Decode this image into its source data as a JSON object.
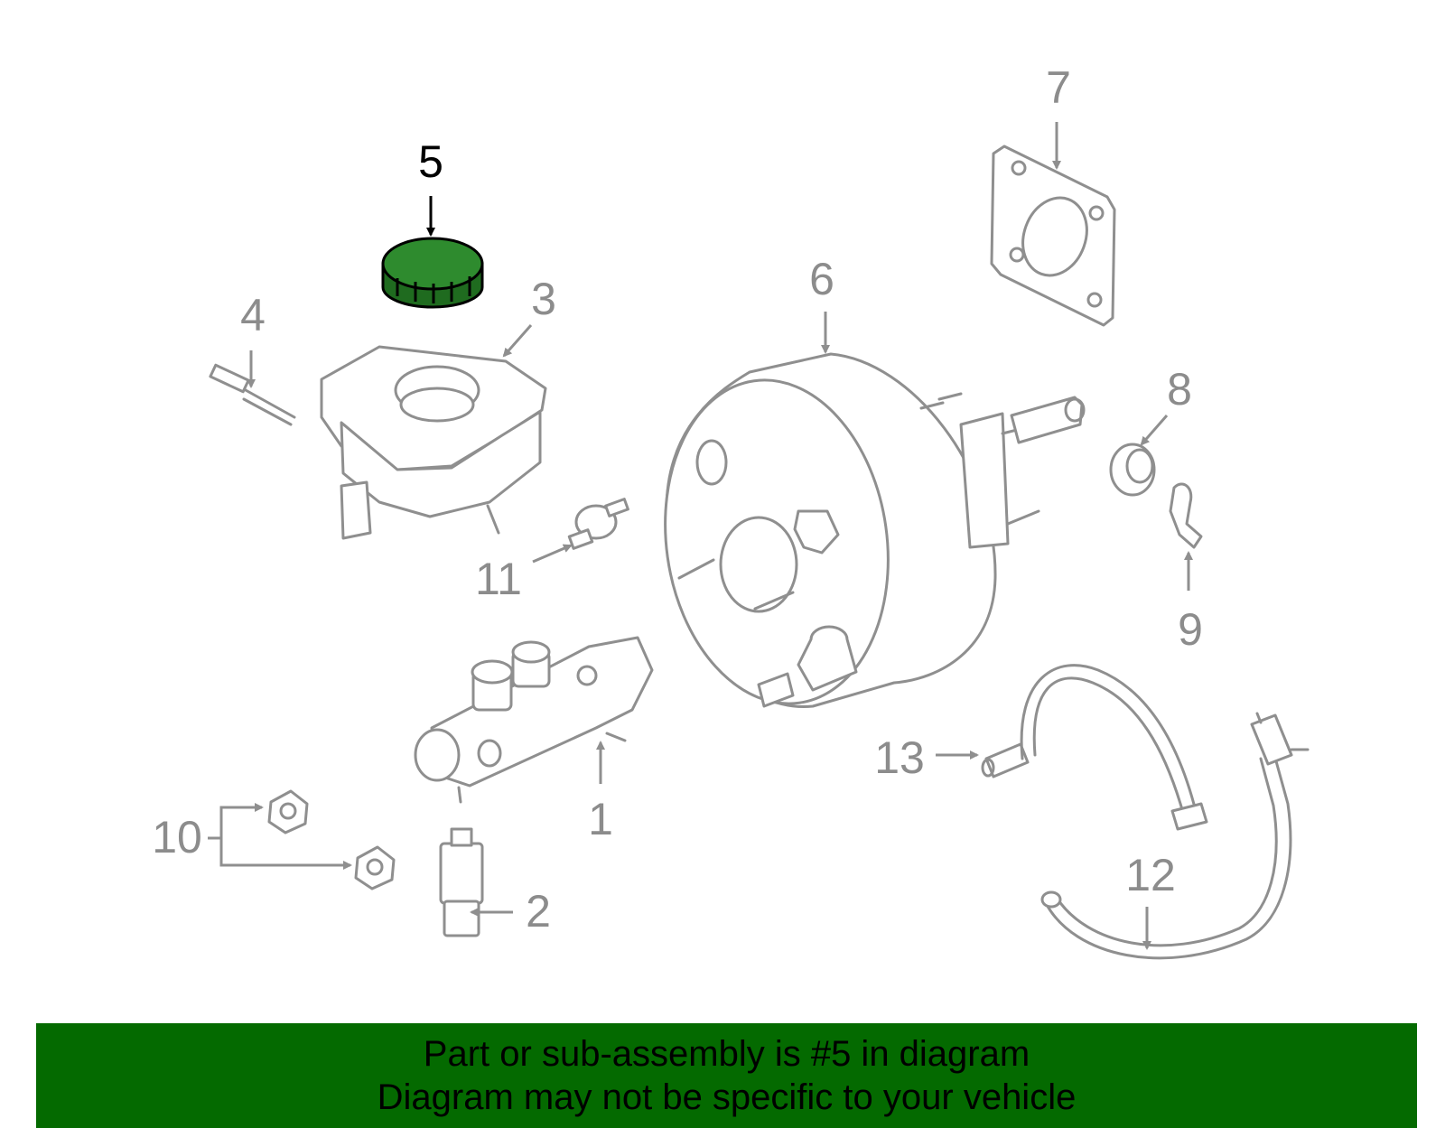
{
  "diagram": {
    "highlight_part": "5",
    "highlight_color": "#228b22",
    "label_color": "#8c8c8c",
    "active_label_color": "#000000",
    "callouts": {
      "p1": "1",
      "p2": "2",
      "p3": "3",
      "p4": "4",
      "p5": "5",
      "p6": "6",
      "p7": "7",
      "p8": "8",
      "p9": "9",
      "p10": "10",
      "p11": "11",
      "p12": "12",
      "p13": "13"
    }
  },
  "banner": {
    "background": "#046a00",
    "line1": "Part or sub-assembly is #5 in diagram",
    "line2": "Diagram may not be specific to your vehicle"
  }
}
